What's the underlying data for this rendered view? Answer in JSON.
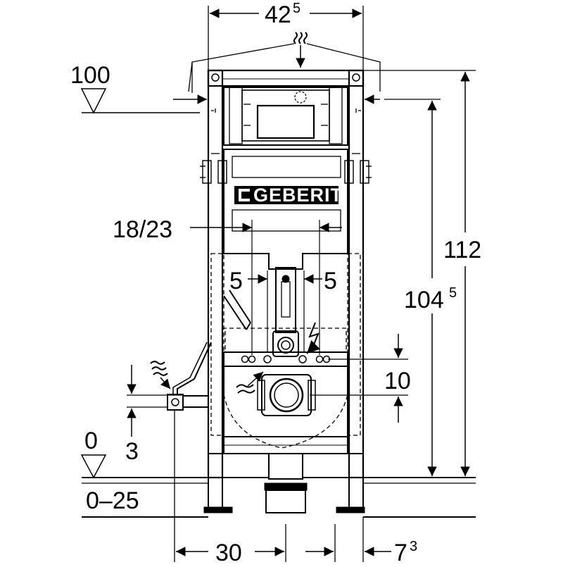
{
  "brand": {
    "logo_text": "GEBERIT"
  },
  "dimensions": {
    "top_width": {
      "main": "42",
      "sup": "5"
    },
    "ref_100": "100",
    "height_112": "112",
    "height_104": {
      "main": "104",
      "sup": "5"
    },
    "spacing_18_23": "18/23",
    "offset_5_left": "5",
    "offset_5_right": "5",
    "dim_10": "10",
    "floor_0": "0",
    "dim_3": "3",
    "range_0_25": "0–25",
    "bottom_30": "30",
    "bottom_7": {
      "main": "7",
      "sup": "3"
    }
  },
  "icons": {
    "steam_top": "water-steam-icon",
    "steam_left": "water-steam-icon",
    "steam_mid": "water-steam-icon",
    "electric": "electric-bolt-icon"
  }
}
